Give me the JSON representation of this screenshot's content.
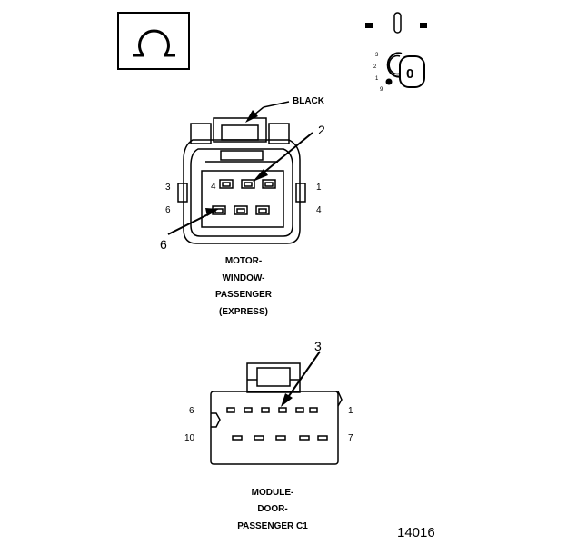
{
  "symbols": {
    "ohm_icon": "ohmmeter-symbol",
    "ignition_icon": "ignition-switch-symbol",
    "ignition_key": {
      "positions": [
        "3",
        "2",
        "1",
        "9"
      ],
      "center": "0"
    }
  },
  "motor_connector": {
    "color_label": "BLACK",
    "pins": {
      "top_left": "3",
      "bottom_left": "6",
      "top_right": "1",
      "bottom_right": "4",
      "inner": "4"
    },
    "callouts": [
      "2",
      "6"
    ],
    "caption": [
      "MOTOR-",
      "WINDOW-",
      "PASSENGER",
      "(EXPRESS)"
    ]
  },
  "module_connector": {
    "pins": {
      "top_left": "6",
      "bottom_left": "10",
      "top_right": "1",
      "bottom_right": "7"
    },
    "callout": "3",
    "caption": [
      "MODULE-",
      "DOOR-",
      "PASSENGER C1"
    ]
  },
  "figure_number": "14016"
}
